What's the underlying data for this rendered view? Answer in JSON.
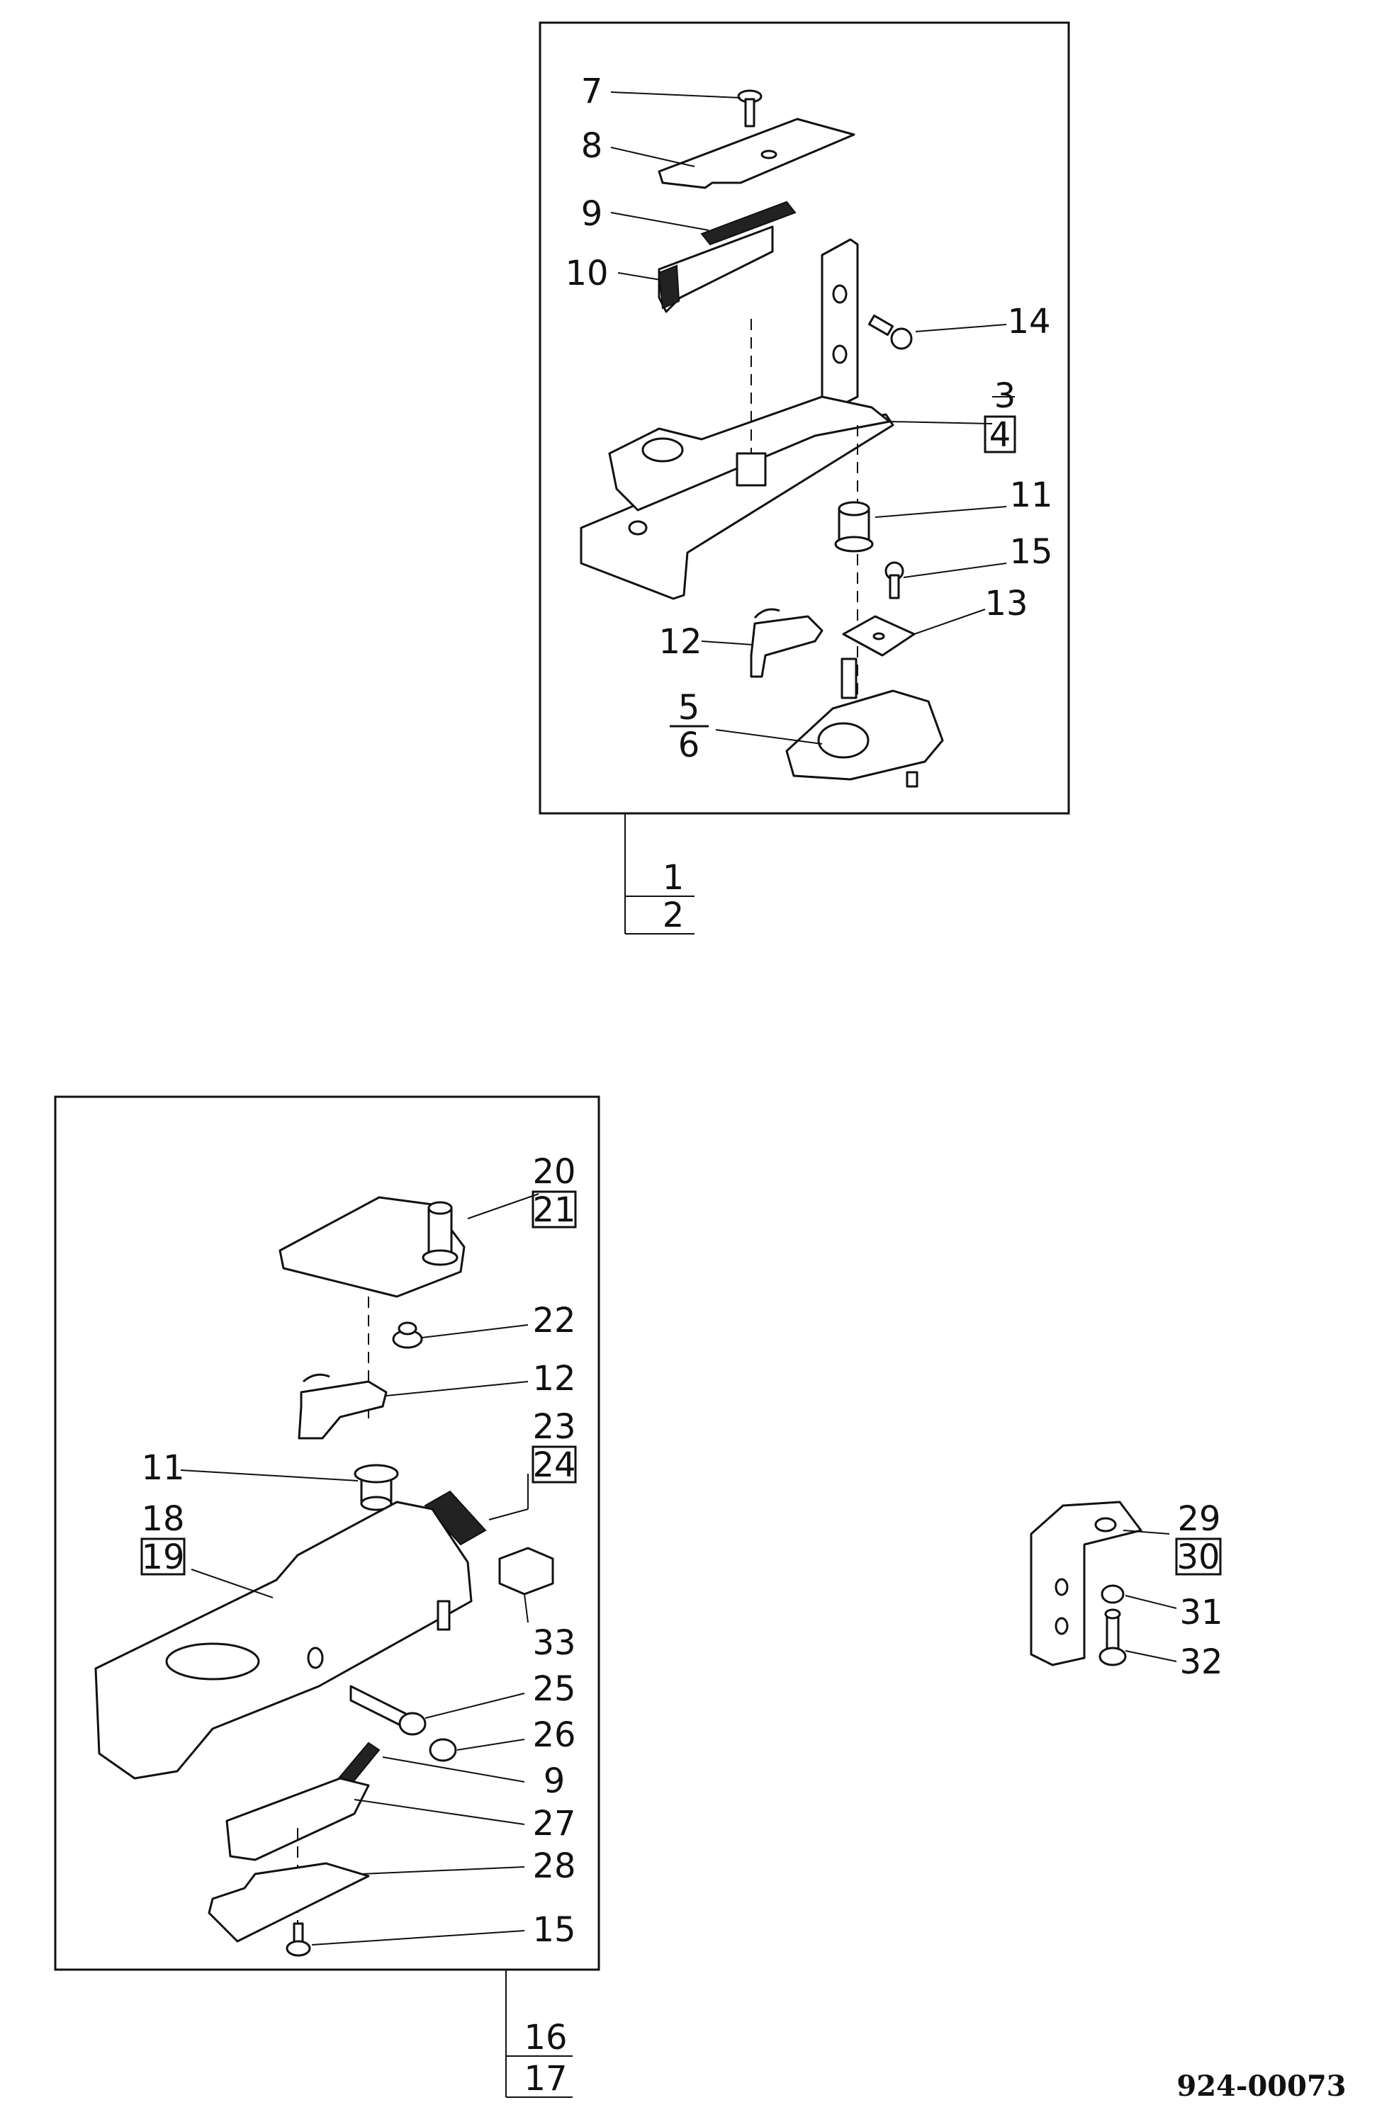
{
  "drawing_number": "924-00073",
  "upper_assembly": {
    "assembly_labels": [
      "1",
      "2"
    ],
    "callouts": {
      "p7": "7",
      "p8": "8",
      "p9": "9",
      "p10": "10",
      "p14": "14",
      "p3": "3",
      "p4": "4",
      "p11": "11",
      "p15": "15",
      "p13": "13",
      "p12": "12",
      "p5": "5",
      "p6": "6"
    }
  },
  "lower_assembly": {
    "assembly_labels": [
      "16",
      "17"
    ],
    "callouts": {
      "p20": "20",
      "p21": "21",
      "p22": "22",
      "p12": "12",
      "p23": "23",
      "p24": "24",
      "p11": "11",
      "p18": "18",
      "p19": "19",
      "p33": "33",
      "p25": "25",
      "p26": "26",
      "p9": "9",
      "p27": "27",
      "p28": "28",
      "p15": "15"
    }
  },
  "bracket": {
    "callouts": {
      "p29": "29",
      "p30": "30",
      "p31": "31",
      "p32": "32"
    }
  }
}
